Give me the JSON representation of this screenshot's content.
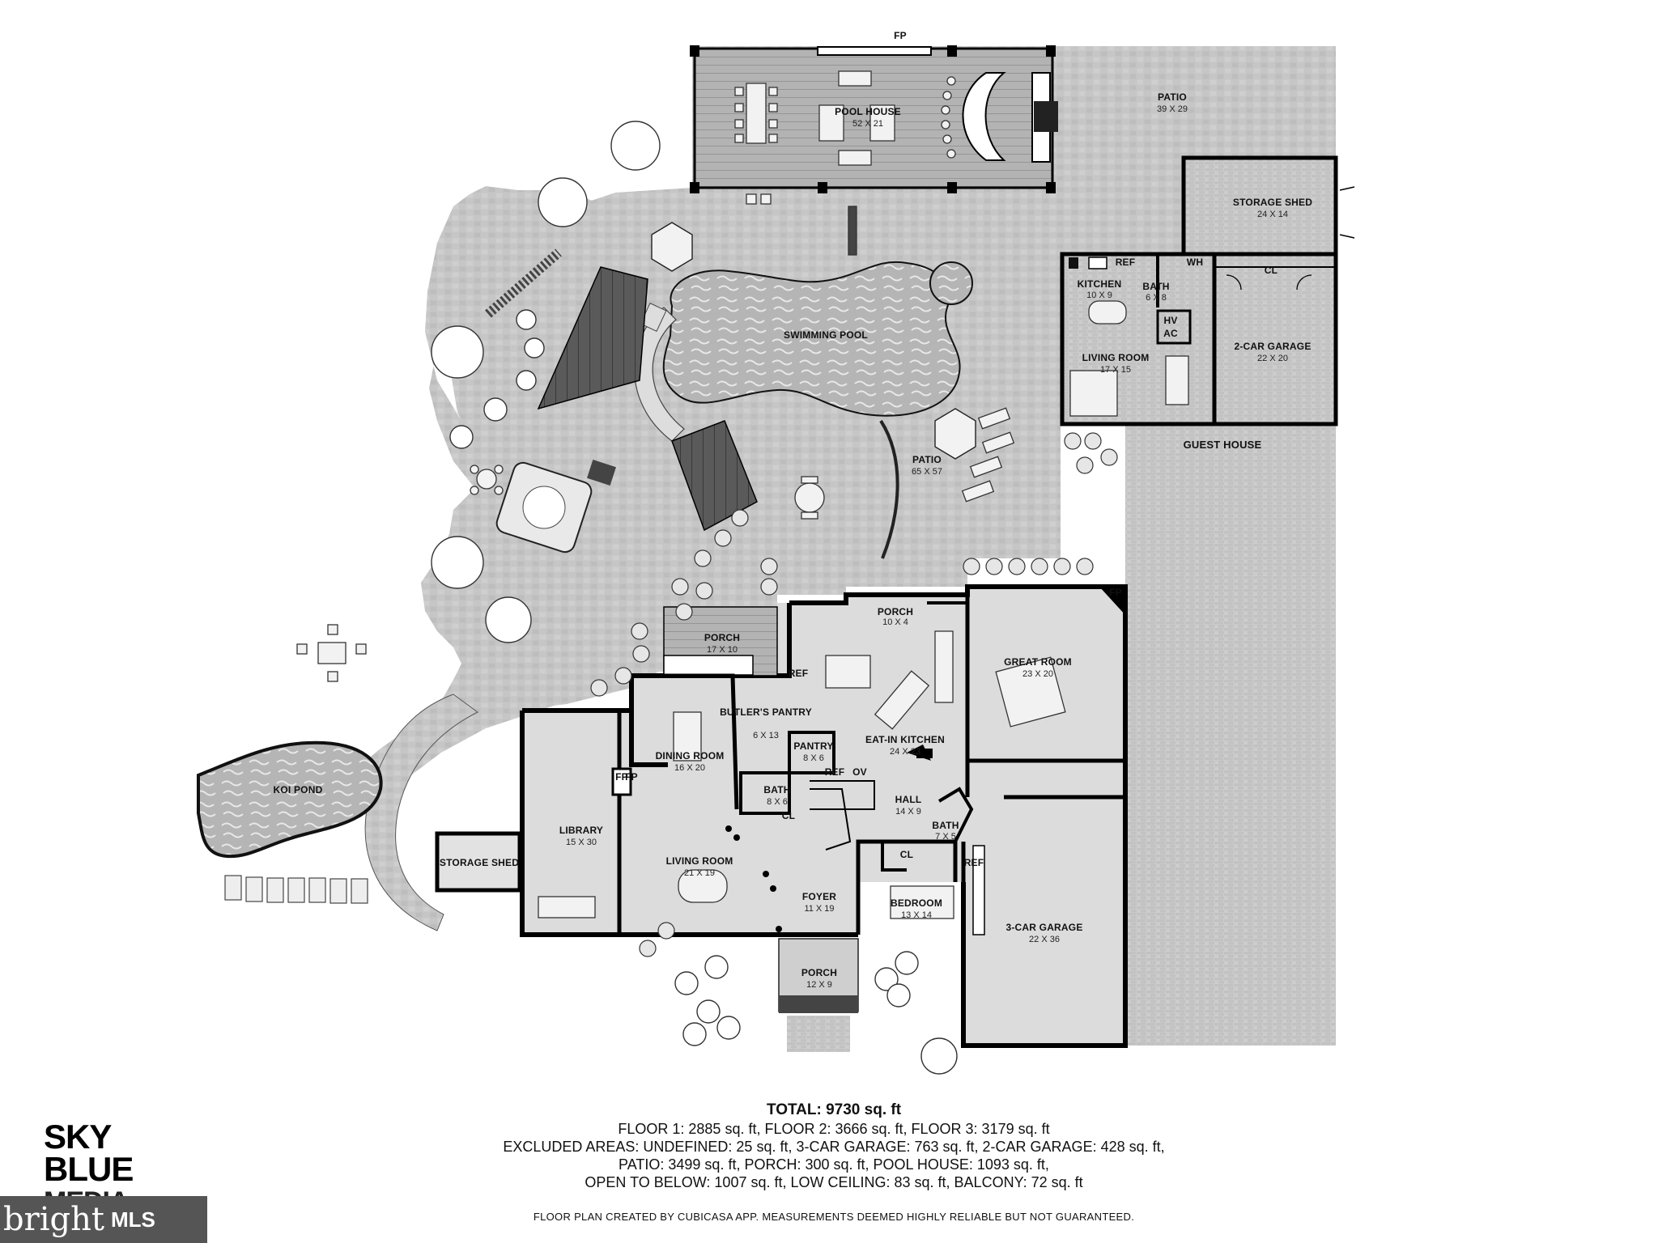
{
  "rooms": {
    "pool_house": {
      "name": "POOL HOUSE",
      "dim": "52 X 21"
    },
    "patio_top": {
      "name": "PATIO",
      "dim": "39 X 29"
    },
    "storage_shed_east": {
      "name": "STORAGE SHED",
      "dim": "24 X 14"
    },
    "swimming_pool": {
      "name": "SWIMMING POOL"
    },
    "gh_kitchen": {
      "name": "KITCHEN",
      "dim": "10 X 9"
    },
    "gh_bath": {
      "name": "BATH",
      "dim": "6 X 8"
    },
    "gh_living": {
      "name": "LIVING ROOM",
      "dim": "17 X 15"
    },
    "gh_garage": {
      "name": "2-CAR GARAGE",
      "dim": "22 X 20"
    },
    "guest_house": {
      "name": "GUEST HOUSE"
    },
    "patio_main": {
      "name": "PATIO",
      "dim": "65 X 57"
    },
    "porch_rear": {
      "name": "PORCH",
      "dim": "17 X 10"
    },
    "porch_kitchen": {
      "name": "PORCH",
      "dim": "10 X 4"
    },
    "great_room": {
      "name": "GREAT ROOM",
      "dim": "23 X 20"
    },
    "butlers_pantry": {
      "name": "BUTLER'S PANTRY",
      "dim": "6 X 13"
    },
    "pantry": {
      "name": "PANTRY",
      "dim": "8 X 6"
    },
    "eat_in_kitchen": {
      "name": "EAT-IN KITCHEN",
      "dim": "24 X 23"
    },
    "dining_room": {
      "name": "DINING ROOM",
      "dim": "16 X 20"
    },
    "bath_main": {
      "name": "BATH",
      "dim": "8 X 6"
    },
    "hall": {
      "name": "HALL",
      "dim": "14 X 9"
    },
    "bath_bed": {
      "name": "BATH",
      "dim": "7 X 5"
    },
    "library": {
      "name": "LIBRARY",
      "dim": "15 X 30"
    },
    "living_room": {
      "name": "LIVING ROOM",
      "dim": "21 X 19"
    },
    "foyer": {
      "name": "FOYER",
      "dim": "11 X 19"
    },
    "bedroom": {
      "name": "BEDROOM",
      "dim": "13 X 14"
    },
    "garage_3car": {
      "name": "3-CAR GARAGE",
      "dim": "22 X 36"
    },
    "porch_front": {
      "name": "PORCH",
      "dim": "12 X 9"
    },
    "storage_shed_west": {
      "name": "STORAGE SHED"
    },
    "koi_pond": {
      "name": "KOI POND"
    }
  },
  "tags": {
    "fp": "FP",
    "ref": "REF",
    "wh": "WH",
    "cl": "CL",
    "hv": "HV",
    "ac": "AC",
    "ov": "OV"
  },
  "summary": {
    "total": "TOTAL: 9730 sq. ft",
    "line1": "FLOOR 1: 2885 sq. ft, FLOOR 2: 3666 sq. ft, FLOOR 3: 3179 sq. ft",
    "line2": "EXCLUDED AREAS: UNDEFINED: 25 sq. ft, 3-CAR GARAGE: 763 sq. ft, 2-CAR GARAGE: 428 sq. ft,",
    "line3": "PATIO: 3499 sq. ft, PORCH: 300 sq. ft, POOL HOUSE: 1093 sq. ft,",
    "line4": "OPEN TO BELOW: 1007 sq. ft, LOW CEILING: 83 sq. ft, BALCONY: 72 sq. ft",
    "credit": "FLOOR PLAN CREATED BY CUBICASA APP. MEASUREMENTS DEEMED HIGHLY RELIABLE BUT NOT GUARANTEED."
  },
  "branding": {
    "sky": "SKY",
    "blue": "BLUE",
    "media": "MEDIA",
    "bright": "bright",
    "mls": "MLS"
  },
  "colors": {
    "paving": "#c9c9c9",
    "pool": "#bfbfbf",
    "deck": "#555555",
    "wall": "#000000"
  }
}
